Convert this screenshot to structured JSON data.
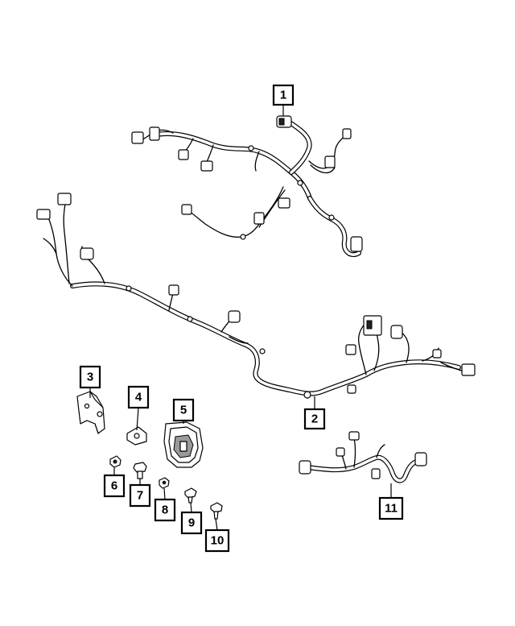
{
  "diagram": {
    "callouts": [
      "1",
      "2",
      "3",
      "4",
      "5",
      "6",
      "7",
      "8",
      "9",
      "10",
      "11"
    ],
    "parts": [
      {
        "callout": "1",
        "kind": "wiring-harness"
      },
      {
        "callout": "2",
        "kind": "wiring-harness"
      },
      {
        "callout": "3",
        "kind": "bracket"
      },
      {
        "callout": "4",
        "kind": "clip"
      },
      {
        "callout": "5",
        "kind": "cover"
      },
      {
        "callout": "6",
        "kind": "nut"
      },
      {
        "callout": "7",
        "kind": "bolt"
      },
      {
        "callout": "8",
        "kind": "nut"
      },
      {
        "callout": "9",
        "kind": "screw"
      },
      {
        "callout": "10",
        "kind": "screw"
      },
      {
        "callout": "11",
        "kind": "wiring-harness"
      }
    ],
    "colors": {
      "line": "#000000",
      "background": "#ffffff",
      "shade": "#9a9a9a"
    }
  }
}
